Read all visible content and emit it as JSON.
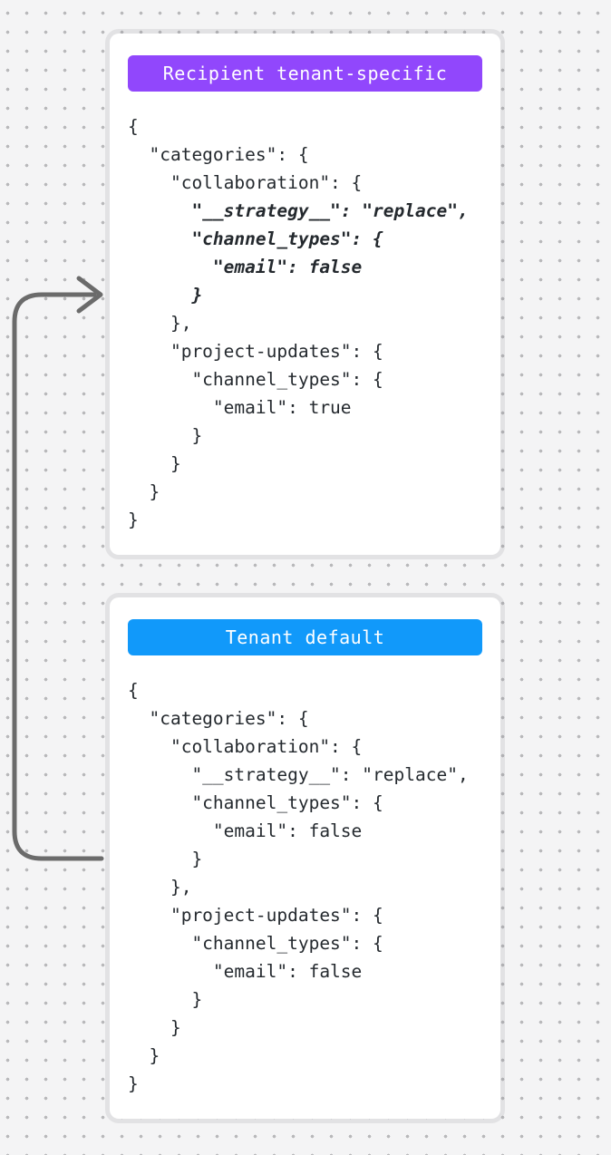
{
  "background": {
    "color": "#f4f4f5",
    "dot_color": "#b8b8ba"
  },
  "arrow": {
    "color": "#6b6b6b",
    "description": "curved connector from tenant-default card to recipient-tenant-specific card"
  },
  "cards": [
    {
      "id": "recipient-tenant-specific",
      "badge": {
        "label": "Recipient tenant-specific",
        "color": "#9147fc"
      },
      "code_lines": [
        {
          "text": "{",
          "emphasis": false
        },
        {
          "text": "  \"categories\": {",
          "emphasis": false
        },
        {
          "text": "    \"collaboration\": {",
          "emphasis": false
        },
        {
          "text": "      \"__strategy__\": \"replace\",",
          "emphasis": true
        },
        {
          "text": "      \"channel_types\": {",
          "emphasis": true
        },
        {
          "text": "        \"email\": false",
          "emphasis": true
        },
        {
          "text": "      }",
          "emphasis": true
        },
        {
          "text": "    },",
          "emphasis": false
        },
        {
          "text": "    \"project-updates\": {",
          "emphasis": false
        },
        {
          "text": "      \"channel_types\": {",
          "emphasis": false
        },
        {
          "text": "        \"email\": true",
          "emphasis": false
        },
        {
          "text": "      }",
          "emphasis": false
        },
        {
          "text": "    }",
          "emphasis": false
        },
        {
          "text": "  }",
          "emphasis": false
        },
        {
          "text": "}",
          "emphasis": false
        }
      ]
    },
    {
      "id": "tenant-default",
      "badge": {
        "label": "Tenant default",
        "color": "#1199fa"
      },
      "code_lines": [
        {
          "text": "{",
          "emphasis": false
        },
        {
          "text": "  \"categories\": {",
          "emphasis": false
        },
        {
          "text": "    \"collaboration\": {",
          "emphasis": false
        },
        {
          "text": "      \"__strategy__\": \"replace\",",
          "emphasis": false
        },
        {
          "text": "      \"channel_types\": {",
          "emphasis": false
        },
        {
          "text": "        \"email\": false",
          "emphasis": false
        },
        {
          "text": "      }",
          "emphasis": false
        },
        {
          "text": "    },",
          "emphasis": false
        },
        {
          "text": "    \"project-updates\": {",
          "emphasis": false
        },
        {
          "text": "      \"channel_types\": {",
          "emphasis": false
        },
        {
          "text": "        \"email\": false",
          "emphasis": false
        },
        {
          "text": "      }",
          "emphasis": false
        },
        {
          "text": "    }",
          "emphasis": false
        },
        {
          "text": "  }",
          "emphasis": false
        },
        {
          "text": "}",
          "emphasis": false
        }
      ]
    }
  ]
}
